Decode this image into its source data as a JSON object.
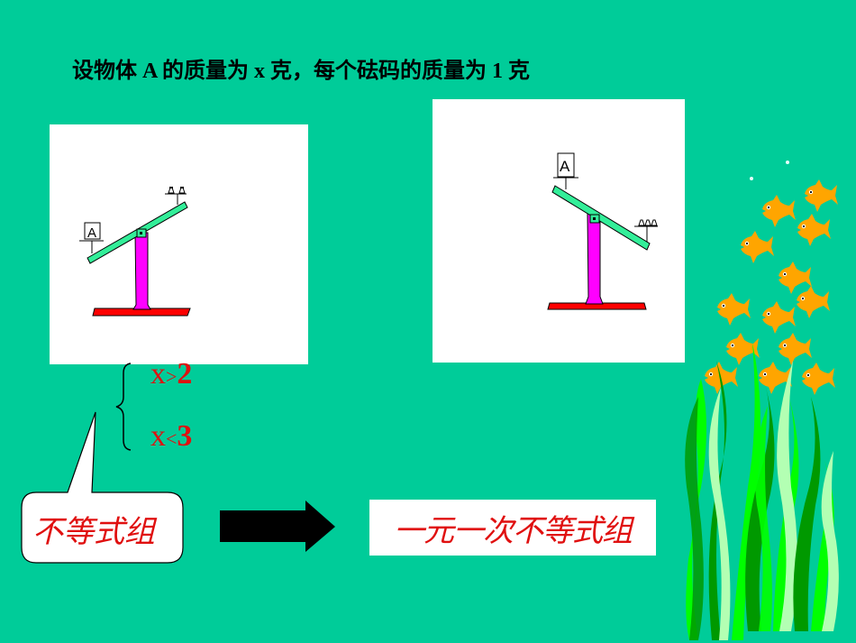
{
  "slide": {
    "background_color": "#00CC99",
    "title": "设物体 A 的质量为 x 克，每个砝码的质量为 1 克"
  },
  "figures": [
    {
      "name": "balance-left",
      "object_label": "A",
      "weights_count": 2,
      "tilt": "object side lower",
      "colors": {
        "beam": "#33EE99",
        "post": "#FF00FF",
        "base": "#FF0000"
      }
    },
    {
      "name": "balance-right",
      "object_label": "A",
      "weights_count": 3,
      "tilt": "object side higher",
      "colors": {
        "beam": "#33EE99",
        "post": "#FF00FF",
        "base": "#FF0000"
      }
    }
  ],
  "system": {
    "brace": "{",
    "inequalities": [
      {
        "var": "x",
        "op": ">",
        "value": "2"
      },
      {
        "var": "x",
        "op": "<",
        "value": "3"
      }
    ],
    "color": "#E01010"
  },
  "callout": {
    "label": "不等式组"
  },
  "arrow": {
    "direction": "right",
    "color": "#000000"
  },
  "result": {
    "label": "一元一次不等式组"
  },
  "decoration": {
    "fish_color": "#FFA500",
    "fish_count": 15,
    "seaweed_colors": [
      "#00FF00",
      "#009900",
      "#B3FFB3"
    ]
  }
}
